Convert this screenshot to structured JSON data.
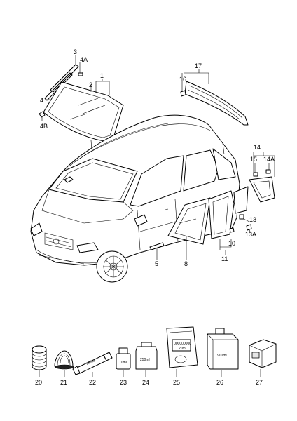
{
  "callouts": {
    "c1": "1",
    "c2": "2",
    "c3": "3",
    "c4": "4",
    "c4a": "4A",
    "c4b": "4B",
    "c5": "5",
    "c8": "8",
    "c10": "10",
    "c11": "11",
    "c13": "13",
    "c13a": "13A",
    "c14": "14",
    "c14a": "14A",
    "c15": "15",
    "c16": "16",
    "c17": "17",
    "c20": "20",
    "c21": "21",
    "c22": "22",
    "c23": "23",
    "c24": "24",
    "c25": "25",
    "c26": "26",
    "c27": "27"
  },
  "product_labels": {
    "tube": "Kleber",
    "bottle_10ml": "10ml",
    "bottle_250ml": "250ml",
    "pouch_line1": "000000000",
    "pouch_line2": "20ml",
    "can_900ml": "900ml"
  }
}
